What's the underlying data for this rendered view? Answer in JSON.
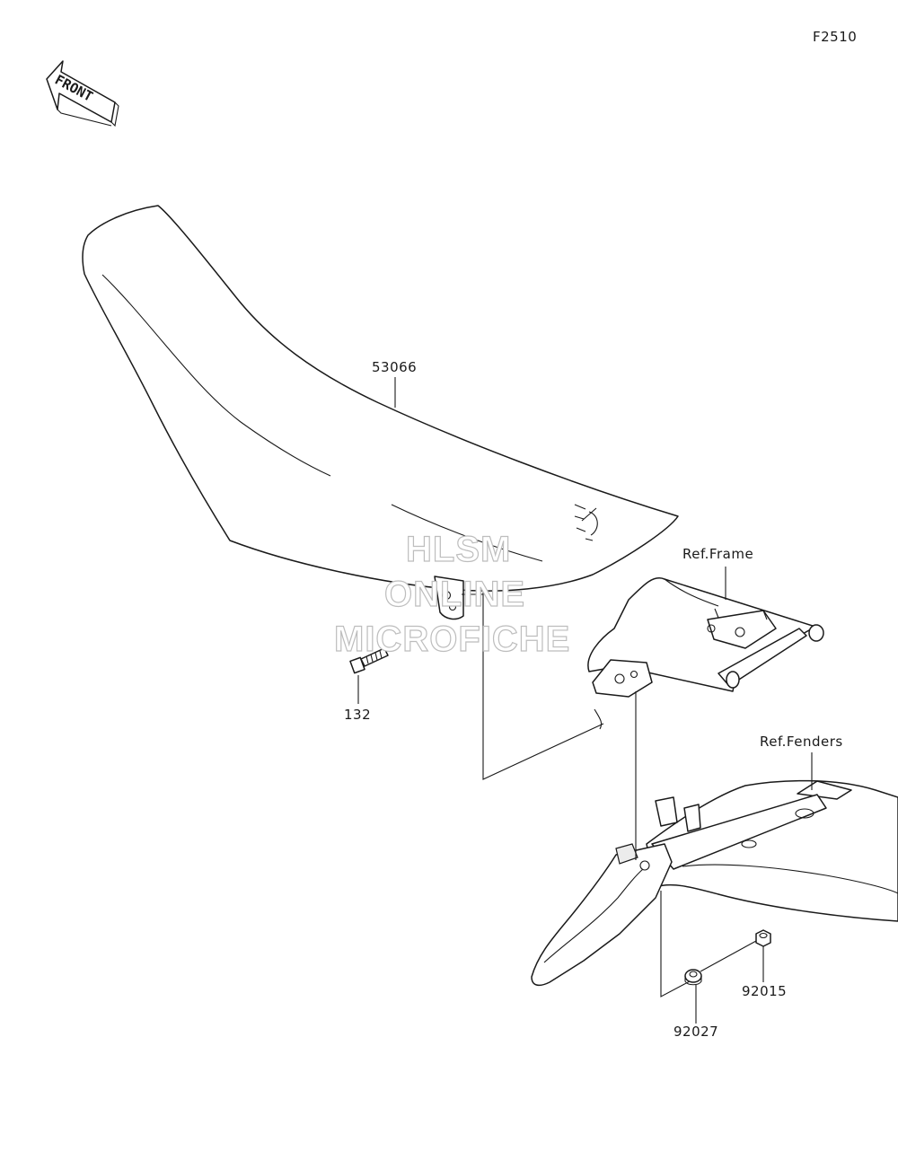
{
  "figure": {
    "code": "F2510"
  },
  "front_arrow": {
    "label": "FRONT"
  },
  "parts": [
    {
      "number": "53066"
    },
    {
      "number": "132"
    },
    {
      "number": "92027"
    },
    {
      "number": "92015"
    }
  ],
  "references": {
    "frame": "Ref.Frame",
    "fenders": "Ref.Fenders"
  },
  "watermark": {
    "line1": "HLSM",
    "line2": "ONLINE",
    "line3": "MICROFICHE"
  }
}
